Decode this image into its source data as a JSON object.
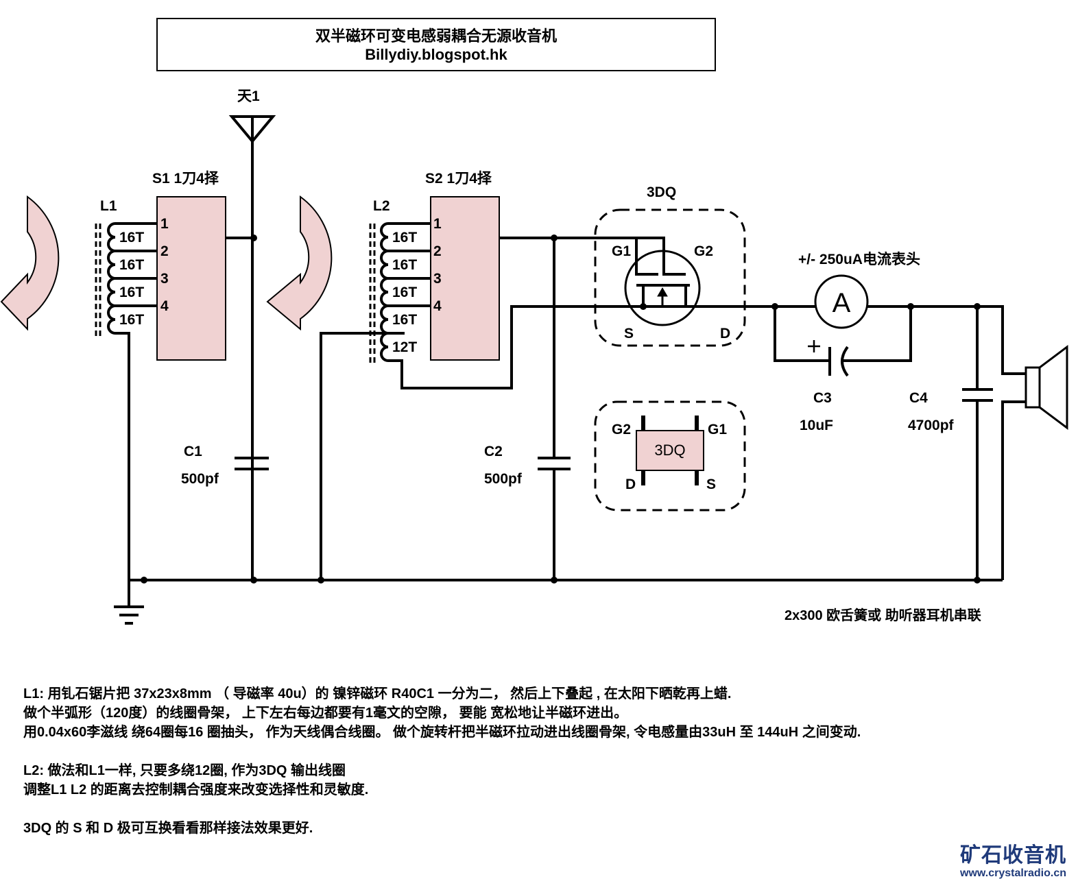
{
  "title": {
    "heading": "双半磁环可变电感弱耦合无源收音机",
    "subtitle": "Billydiy.blogspot.hk"
  },
  "colors": {
    "component_fill": "#f0d2d2",
    "wire": "#000000",
    "logo": "#1f3a7a"
  },
  "antenna": {
    "label": "天1",
    "icon": "antenna-icon"
  },
  "switches": [
    {
      "id": "S1",
      "label": "S1 1刀4择",
      "pins": [
        "1",
        "2",
        "3",
        "4"
      ]
    },
    {
      "id": "S2",
      "label": "S2 1刀4择",
      "pins": [
        "1",
        "2",
        "3",
        "4"
      ]
    }
  ],
  "coils": [
    {
      "id": "L1",
      "label": "L1",
      "taps": [
        "16T",
        "16T",
        "16T",
        "16T"
      ]
    },
    {
      "id": "L2",
      "label": "L2",
      "taps": [
        "16T",
        "16T",
        "16T",
        "16T",
        "12T"
      ]
    }
  ],
  "capacitors": [
    {
      "id": "C1",
      "name": "C1",
      "value": "500pf"
    },
    {
      "id": "C2",
      "name": "C2",
      "value": "500pf"
    },
    {
      "id": "C3",
      "name": "C3",
      "value": "10uF",
      "polarity": "+"
    },
    {
      "id": "C4",
      "name": "C4",
      "value": "4700pf"
    }
  ],
  "transistor": {
    "label": "3DQ",
    "pins": {
      "g1": "G1",
      "g2": "G2",
      "s": "S",
      "d": "D"
    },
    "package": {
      "label": "3DQ",
      "pins": {
        "top_left": "G2",
        "top_right": "G1",
        "bottom_left": "D",
        "bottom_right": "S"
      }
    }
  },
  "meter": {
    "label": "+/- 250uA电流表头",
    "symbol": "A"
  },
  "earphone": {
    "label": "2x300 欧舌簧或 助听器耳机串联"
  },
  "notes": [
    "L1: 用钆石锯片把 37x23x8mm （ 导磁率 40u）的 镍锌磁环 R40C1 一分为二， 然后上下叠起 , 在太阳下晒乾再上蜡.",
    "做个半弧形（120度）的线圈骨架， 上下左右每边都要有1毫文的空隙， 要能 宽松地让半磁环进出。",
    "用0.04x60李滋线 绕64圈每16 圈抽头， 作为天线偶合线圈。 做个旋转杆把半磁环拉动进出线圈骨架, 令电感量由33uH 至 144uH 之间变动.",
    "",
    "L2: 做法和L1一样, 只要多绕12圈, 作为3DQ 输出线圈",
    "调整L1 L2 的距离去控制耦合强度来改变选择性和灵敏度.",
    "",
    "3DQ 的 S 和 D 极可互换看看那样接法效果更好."
  ],
  "logo": {
    "name": "矿石收音机",
    "url": "www.crystalradio.cn"
  }
}
